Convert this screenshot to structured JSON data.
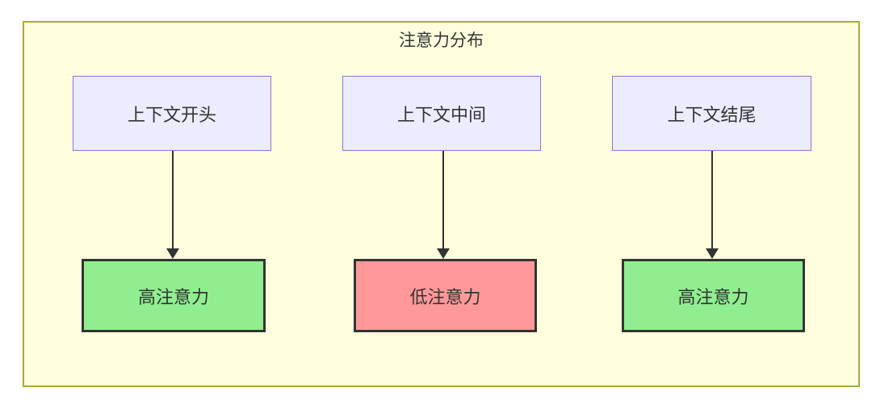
{
  "diagram": {
    "title": "注意力分布",
    "columns": [
      {
        "source_label": "上下文开头",
        "result_label": "高注意力",
        "attention_level": "high",
        "result_fill": "#90ee90"
      },
      {
        "source_label": "上下文中间",
        "result_label": "低注意力",
        "attention_level": "low",
        "result_fill": "#ff9999"
      },
      {
        "source_label": "上下文结尾",
        "result_label": "高注意力",
        "attention_level": "high",
        "result_fill": "#90ee90"
      }
    ],
    "colors": {
      "container_fill": "#ffffde",
      "container_border": "#aaaa33",
      "source_fill": "#ececff",
      "source_border": "#9370db",
      "result_border": "#333333",
      "arrow": "#333333",
      "text": "#333333"
    }
  }
}
